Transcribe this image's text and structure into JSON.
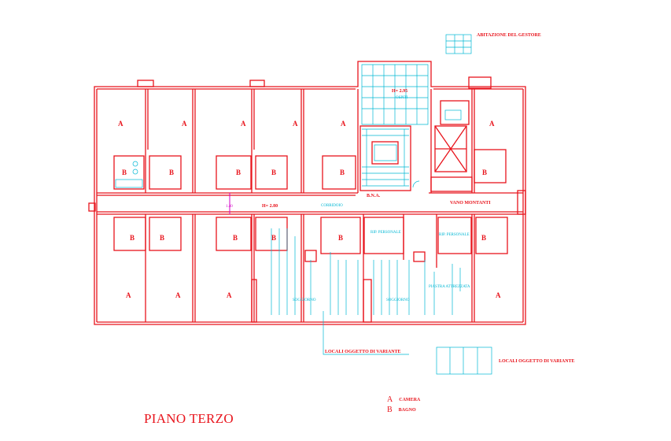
{
  "title": "PIANO TERZO",
  "legend": {
    "a_key": "A",
    "a_label": "CAMERA",
    "b_key": "B",
    "b_label": "BAGNO"
  },
  "notes": {
    "manager_flat": "ABITAZIONE DEL GESTORE",
    "variant_rooms_1": "LOCALI OGGETTO DI VARIANTE",
    "variant_rooms_2": "LOCALI OGGETTO DI VARIANTE"
  },
  "labels": {
    "corridor": "CORRIDOIO",
    "shafts": "VANO MONTANTI",
    "height_1": "H= 2.95",
    "height_2": "H= 2.80",
    "dim": "1.40",
    "staff_room_1": "RIP. PERSONALE",
    "staff_room_2": "RIP. PERSONALE",
    "lounge_1": "SOGGIORNO",
    "lounge_2": "SOGGIORNO",
    "ext_area": "PIASTRA ATTREZZATA",
    "elev": "B.N.A.",
    "cupboard": "OSPITI"
  },
  "room_letters": {
    "top_a": [
      "A",
      "A",
      "A",
      "A",
      "A",
      "A"
    ],
    "top_b": [
      "B",
      "B",
      "B",
      "B",
      "B"
    ],
    "bottom_a": [
      "A",
      "A",
      "A",
      "A"
    ],
    "bottom_b": [
      "B",
      "B",
      "B",
      "B",
      "B",
      "B"
    ]
  },
  "colors": {
    "walls": "#e8141c",
    "fixtures": "#00b7d4",
    "dimension": "#d400c8"
  }
}
